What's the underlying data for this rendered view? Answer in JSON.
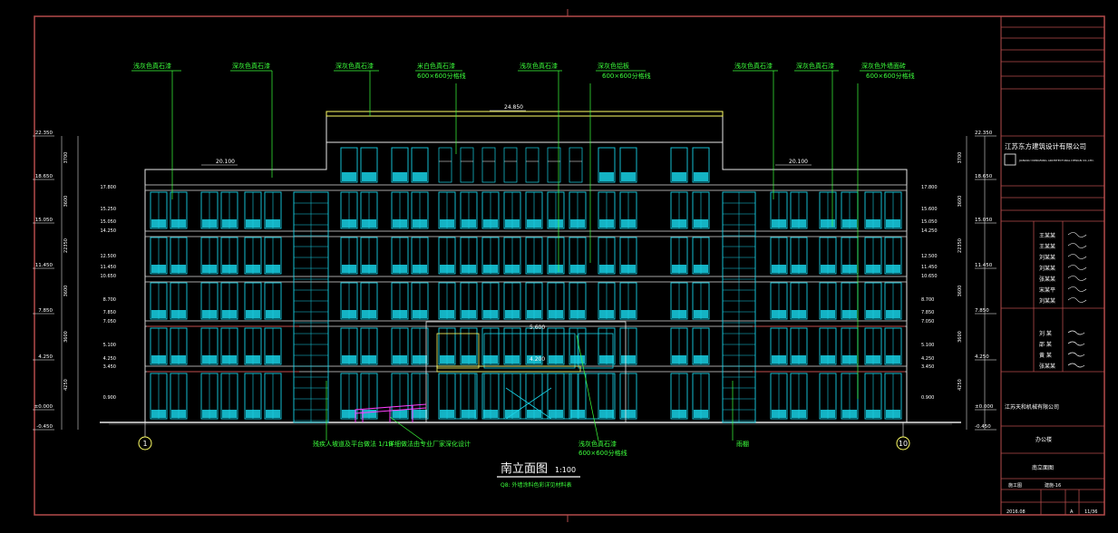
{
  "drawing": {
    "title": "南立面图",
    "scale": "1:100",
    "note": "Q8: 外墙涂料色彩详见材料表",
    "axis_left": "1",
    "axis_right": "10",
    "dim_top": "24.850",
    "dim_roof_left": "20.100",
    "dim_roof_right": "20.100",
    "dim_canopy": "5.600",
    "dim_entrance": "4.200"
  },
  "callouts_top": [
    "浅灰色真石漆",
    "深灰色真石漆",
    "深灰色真石漆",
    "米白色真石漆",
    "浅灰色真石漆",
    "深灰色铝板",
    "浅灰色真石漆",
    "深灰色真石漆",
    "深灰色外墙面砖"
  ],
  "callouts_top_sub": [
    "",
    "",
    "",
    "600×600分格线",
    "",
    "600×600分格线",
    "",
    "",
    "600×600分格线"
  ],
  "callouts_bottom": [
    "残疾人坡道及平台做法 1/18",
    "详细做法由专业厂家深化设计",
    "浅灰色真石漆",
    "雨棚"
  ],
  "callouts_bottom_sub": [
    "",
    "",
    "600×600分格线",
    ""
  ],
  "levels_left": [
    "22.350",
    "18.650",
    "15.050",
    "11.450",
    "7.850",
    "4.250",
    "±0.000",
    "-0.450"
  ],
  "levels_right": [
    "22.350",
    "18.650",
    "15.050",
    "11.450",
    "7.850",
    "4.250",
    "±0.000",
    "-0.450"
  ],
  "levels_inner_left": [
    "17.800",
    "15.250",
    "15.050",
    "14.250",
    "12.500",
    "11.450",
    "10.650",
    "8.700",
    "7.850",
    "7.050",
    "5.100",
    "4.250",
    "3.450",
    "0.900"
  ],
  "levels_inner_right": [
    "17.800",
    "15.600",
    "15.050",
    "14.250",
    "12.500",
    "11.450",
    "10.650",
    "8.700",
    "7.850",
    "7.050",
    "5.100",
    "4.250",
    "3.450",
    "0.900"
  ],
  "dims_left_vertical": [
    "3700",
    "3600",
    "22350",
    "3600",
    "3600",
    "4250"
  ],
  "dims_right_vertical": [
    "3700",
    "3600",
    "22350",
    "3600",
    "3600",
    "4250"
  ],
  "title_block": {
    "company": "江苏东方建筑设计有限公司",
    "company_sub": "JIANGSU DONGFANG ARCHITECTURAL DESIGN CO.,LTD.",
    "signers": [
      "王某某",
      "王某某",
      "刘某某",
      "刘某某",
      "张某某",
      "宋某平",
      "刘某某"
    ],
    "signers2": [
      "刘 某",
      "邵 某",
      "黄 某",
      "张某某"
    ],
    "client": "江苏天和机械有限公司",
    "project": "办公楼",
    "sheet_title": "南立面图",
    "drawing_no": "建施-16",
    "stage": "施工图",
    "sheet_num": "11/36",
    "rev": "A",
    "date": "2016.08"
  },
  "colors": {
    "frame": "#b44b4b",
    "window": "#18d2e6",
    "text_green": "#3cff3c",
    "outline": "#e8e8e8",
    "accent": "#ffff66",
    "ramp": "#ff40ff"
  }
}
